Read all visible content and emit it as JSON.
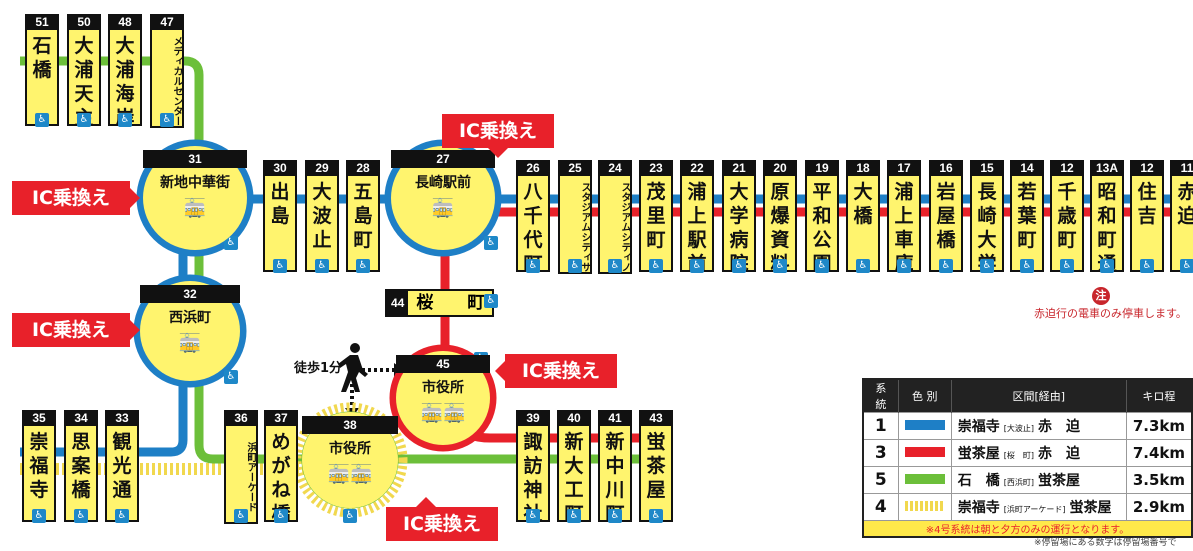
{
  "colors": {
    "line1": "#1e7fc6",
    "line3": "#e8212a",
    "line5": "#6cbf3a",
    "line4": "#f1d84e",
    "stop": "#fff46e",
    "ic": "#e8212a"
  },
  "stops": {
    "s51": {
      "num": "51",
      "name": "石\n橋"
    },
    "s50": {
      "num": "50",
      "name": "大浦天主堂"
    },
    "s48": {
      "num": "48",
      "name": "大浦海岸通"
    },
    "s47": {
      "num": "47",
      "name": "メディカルセンター"
    },
    "s30": {
      "num": "30",
      "name": "出\n島"
    },
    "s29": {
      "num": "29",
      "name": "大\n波\n止"
    },
    "s28": {
      "num": "28",
      "name": "五\n島\n町"
    },
    "s26": {
      "num": "26",
      "name": "八\n千\n代\n町"
    },
    "s25": {
      "num": "25",
      "name": "スタジアムシティサウス"
    },
    "s24": {
      "num": "24",
      "name": "スタジアムシティノース"
    },
    "s23": {
      "num": "23",
      "name": "茂\n里\n町"
    },
    "s22": {
      "num": "22",
      "name": "浦\n上\n駅\n前"
    },
    "s21": {
      "num": "21",
      "name": "大\n学\n病\n院"
    },
    "s20": {
      "num": "20",
      "name": "原\n爆\n資\n料\n館"
    },
    "s19": {
      "num": "19",
      "name": "平\n和\n公\n園"
    },
    "s18": {
      "num": "18",
      "name": "大\n橋"
    },
    "s17": {
      "num": "17",
      "name": "浦\n上\n車\n庫"
    },
    "s16": {
      "num": "16",
      "name": "岩\n屋\n橋"
    },
    "s15": {
      "num": "15",
      "name": "長\n崎\n大\n学"
    },
    "s14": {
      "num": "14",
      "name": "若\n葉\n町"
    },
    "s12b": {
      "num": "12",
      "name": "千\n歳\n町"
    },
    "s13A": {
      "num": "13A",
      "name": "昭\n和\n町\n通"
    },
    "s12": {
      "num": "12",
      "name": "住\n吉"
    },
    "s11": {
      "num": "11",
      "name": "赤\n迫"
    },
    "s35": {
      "num": "35",
      "name": "崇\n福\n寺"
    },
    "s34": {
      "num": "34",
      "name": "思\n案\n橋"
    },
    "s33": {
      "num": "33",
      "name": "観\n光\n通"
    },
    "s36": {
      "num": "36",
      "name": "浜町アーケード"
    },
    "s37": {
      "num": "37",
      "name": "め\nが\nね\n橋"
    },
    "s39": {
      "num": "39",
      "name": "諏\n訪\n神\n社"
    },
    "s40": {
      "num": "40",
      "name": "新\n大\n工\n町"
    },
    "s41": {
      "num": "41",
      "name": "新\n中\n川\n町"
    },
    "s43": {
      "num": "43",
      "name": "蛍\n茶\n屋"
    }
  },
  "sakura": {
    "num": "44",
    "name": "桜　　町"
  },
  "hubs": {
    "h31": {
      "num": "31",
      "name": "新地中華街",
      "icon": "tram-icon"
    },
    "h27": {
      "num": "27",
      "name": "長崎駅前",
      "icon": "tram-icon"
    },
    "h32": {
      "num": "32",
      "name": "西浜町",
      "icon": "tram-icon"
    },
    "h45": {
      "num": "45",
      "name": "市役所",
      "icon": "tram-icon"
    },
    "h38": {
      "num": "38",
      "name": "市役所",
      "icon": "tram-icon"
    }
  },
  "ic_label": "IC乗換え",
  "walk_label": "徒歩1分",
  "akasako_note": "赤迫行の電車のみ停車します。",
  "note_mark": "注",
  "wheelchair_symbol": "♿",
  "legend": {
    "headers": [
      "系 統",
      "色 別",
      "区間[経由]",
      "キロ程"
    ],
    "rows": [
      {
        "sys": "1",
        "color": "#1e7fc6",
        "from": "崇福寺",
        "via": "[大波止]",
        "to": "赤　迫",
        "km": "7.3km"
      },
      {
        "sys": "3",
        "color": "#e8212a",
        "from": "蛍茶屋",
        "via": "[桜　町]",
        "to": "赤　迫",
        "km": "7.4km"
      },
      {
        "sys": "5",
        "color": "#6cbf3a",
        "from": "石　橋",
        "via": "[西浜町]",
        "to": "蛍茶屋",
        "km": "3.5km"
      },
      {
        "sys": "4",
        "color": "#f1d84e",
        "from": "崇福寺",
        "via": "[浜町アーケード]",
        "to": "蛍茶屋",
        "km": "2.9km"
      }
    ],
    "note": "※4号系統は朝と夕方のみの運行となります。"
  },
  "footnote": "※停留場にある数字は停留場番号で"
}
